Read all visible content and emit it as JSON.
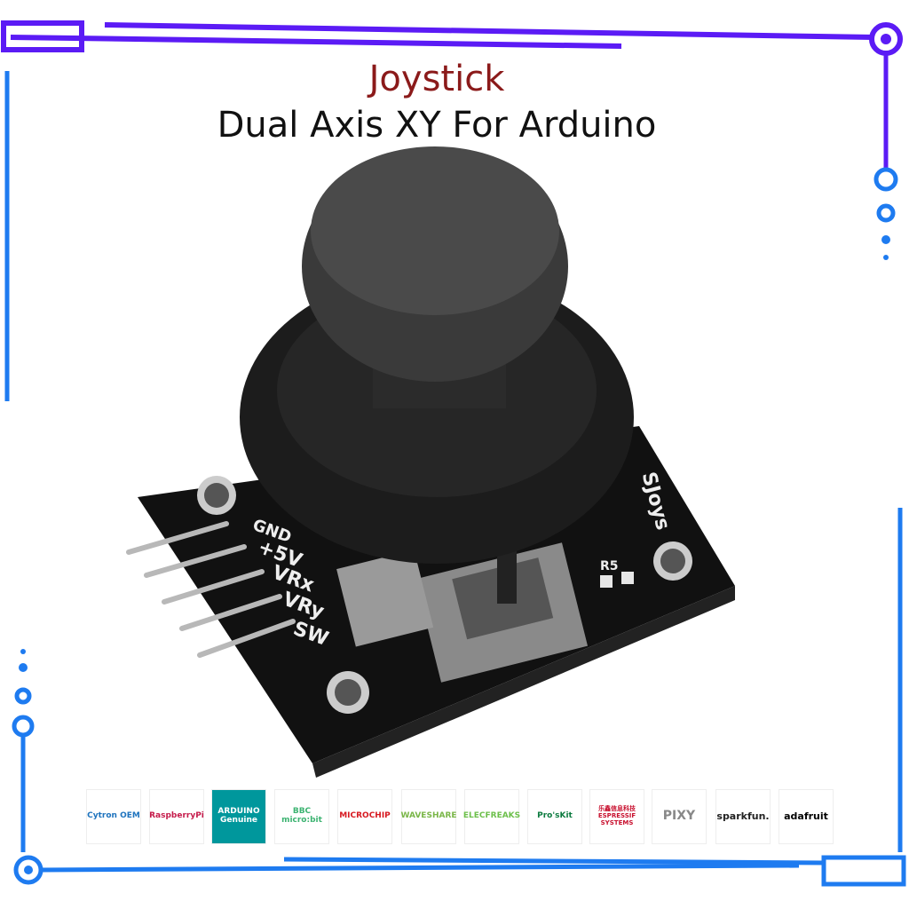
{
  "title": {
    "line1": "Joystick",
    "line2": "Dual Axis XY For Arduino"
  },
  "board_labels": {
    "gnd": "GND",
    "v5": "+5V",
    "vrx": "VRx",
    "vry": "VRy",
    "sw": "SW",
    "brand": "SJoys",
    "r5": "R5"
  },
  "logos": [
    {
      "name": "Cytron OEM",
      "color": "#1e73be"
    },
    {
      "name": "RaspberryPi",
      "color": "#c51a4a"
    },
    {
      "name": "ARDUINO Genuine",
      "color": "#00979c"
    },
    {
      "name": "BBC micro:bit",
      "color": "#3cb371"
    },
    {
      "name": "MICROCHIP",
      "color": "#d71920"
    },
    {
      "name": "WAVESHARE",
      "color": "#7ab648"
    },
    {
      "name": "ELECFREAKS",
      "color": "#6cbf4a"
    },
    {
      "name": "Pro'sKit",
      "color": "#0b7a3e"
    },
    {
      "name": "乐鑫信息科技 ESPRESSIF SYSTEMS",
      "color": "#c8102e"
    },
    {
      "name": "PIXY",
      "color": "#888888"
    },
    {
      "name": "sparkfun.",
      "color": "#222222"
    },
    {
      "name": "adafruit",
      "color": "#000000"
    }
  ],
  "colors": {
    "frame_top": "#5b1bf5",
    "frame_side": "#1e7bf0",
    "title_accent": "#8b1a1a"
  }
}
